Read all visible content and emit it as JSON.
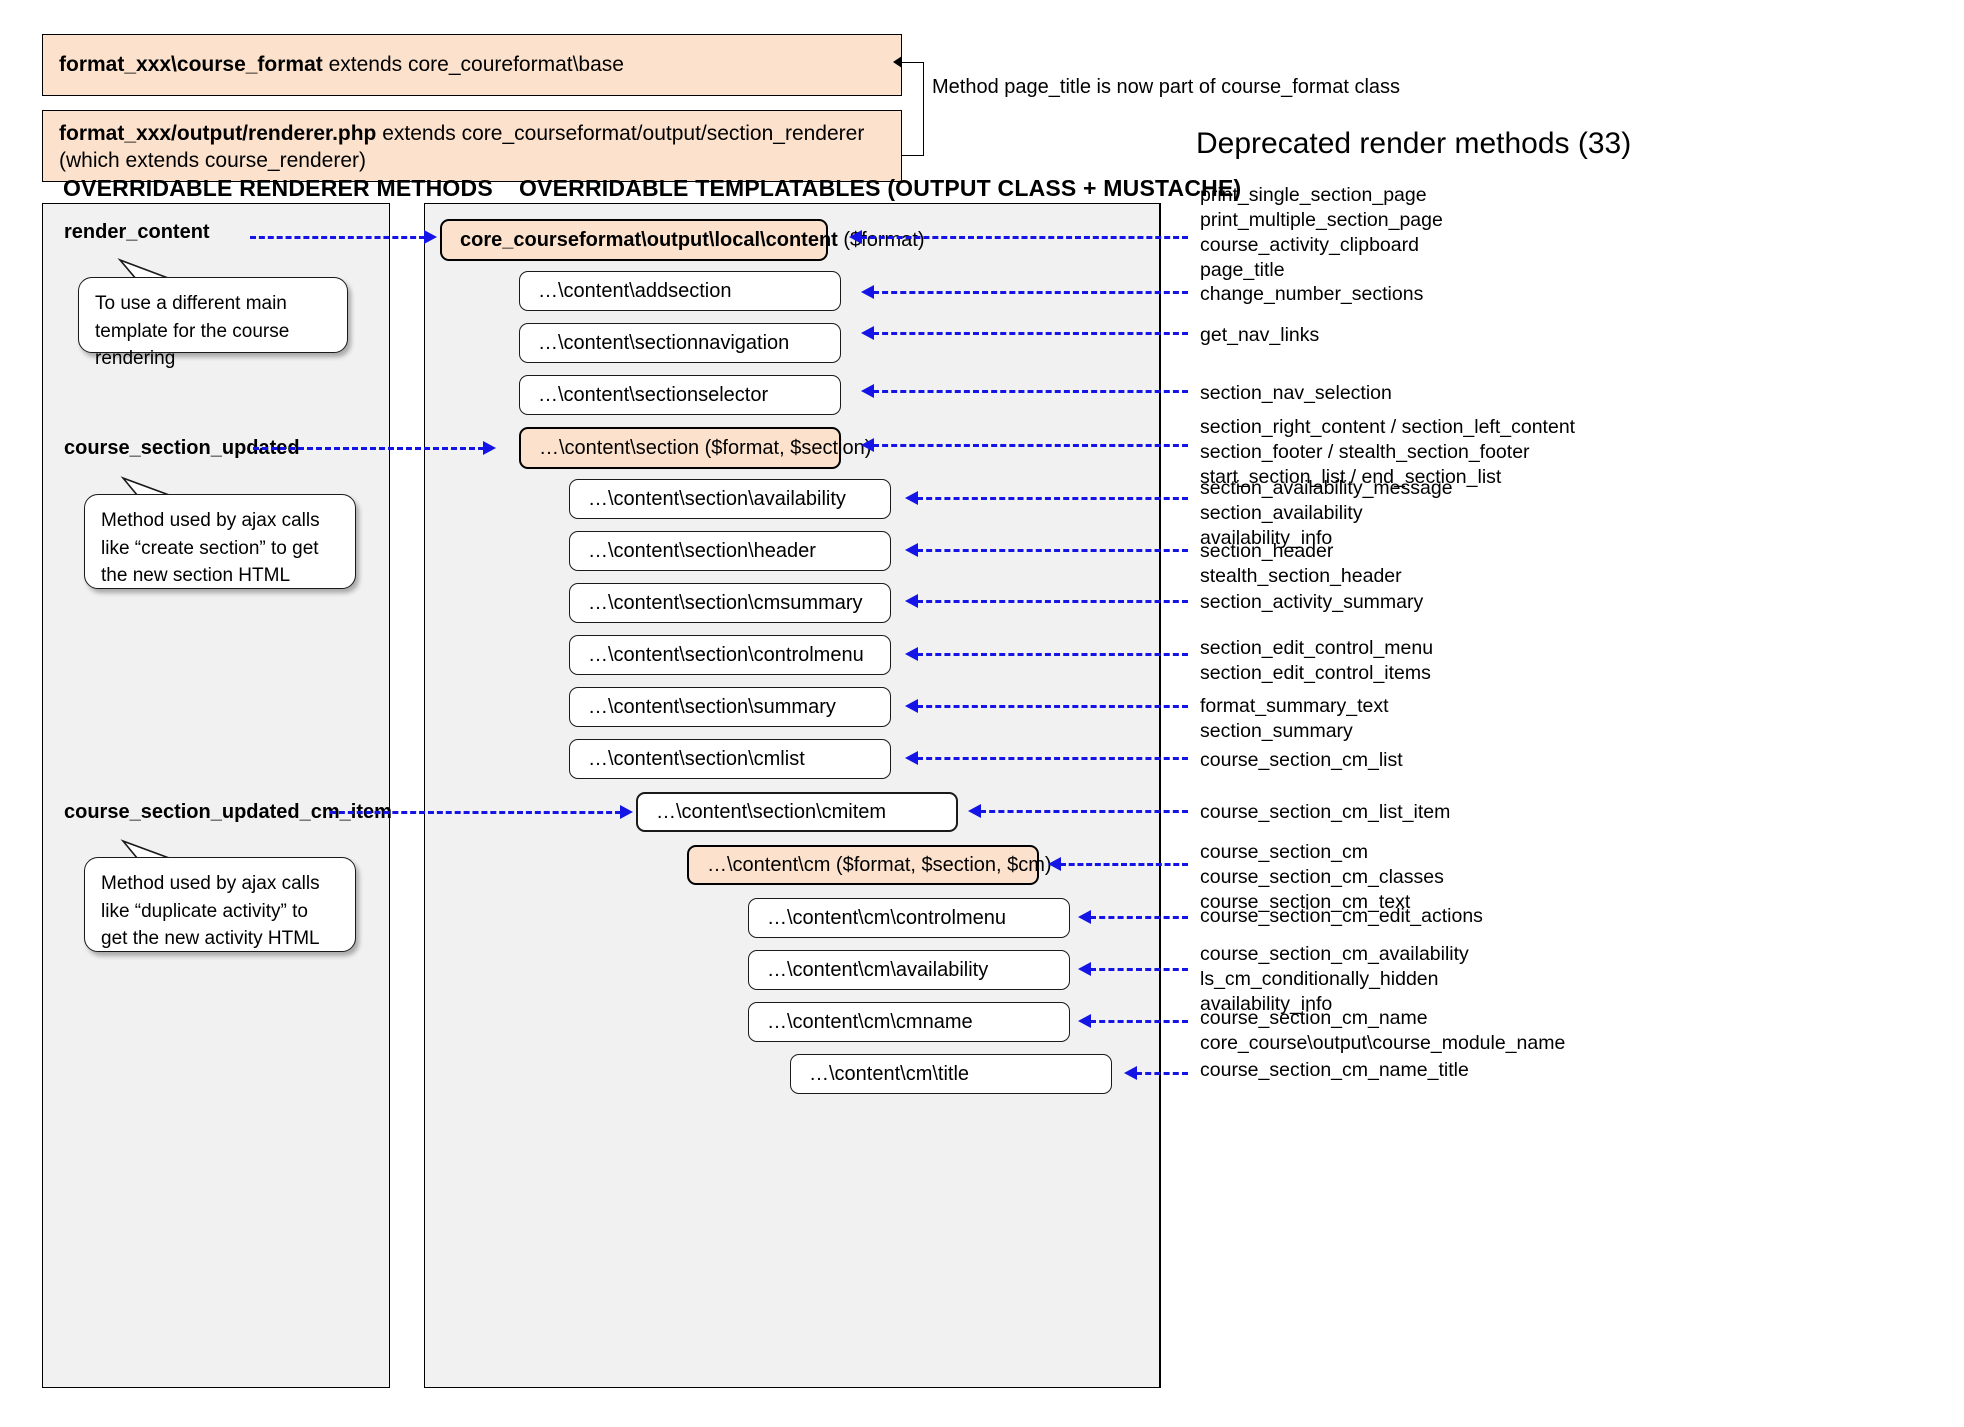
{
  "header": {
    "box1_bold": "format_xxx\\course_format",
    "box1_rest": " extends core_coureformat\\base",
    "box2_bold": "format_xxx/output/renderer.php",
    "box2_rest": " extends core_courseformat/output/section_renderer (which extends course_renderer)",
    "brace_note": "Method page_title is now part of course_format class"
  },
  "deprecated": {
    "title": "Deprecated render methods (33)",
    "groups": [
      {
        "lines": [
          "print_single_section_page",
          "print_multiple_section_page",
          "course_activity_clipboard",
          "page_title"
        ]
      },
      {
        "lines": [
          "change_number_sections"
        ]
      },
      {
        "lines": [
          "get_nav_links"
        ]
      },
      {
        "lines": [
          "section_nav_selection"
        ]
      },
      {
        "lines": [
          "section_right_content / section_left_content",
          "section_footer / stealth_section_footer",
          "start_section_list / end_section_list"
        ]
      },
      {
        "lines": [
          "section_availability_message",
          "section_availability",
          "availability_info"
        ]
      },
      {
        "lines": [
          "section_header",
          "stealth_section_header"
        ]
      },
      {
        "lines": [
          "section_activity_summary"
        ]
      },
      {
        "lines": [
          "section_edit_control_menu",
          "section_edit_control_items"
        ]
      },
      {
        "lines": [
          "format_summary_text",
          "section_summary"
        ]
      },
      {
        "lines": [
          "course_section_cm_list"
        ]
      },
      {
        "lines": [
          "course_section_cm_list_item"
        ]
      },
      {
        "lines": [
          "course_section_cm",
          "course_section_cm_classes",
          "course_section_cm_text"
        ]
      },
      {
        "lines": [
          "course_section_cm_edit_actions"
        ]
      },
      {
        "lines": [
          "course_section_cm_availability",
          "ls_cm_conditionally_hidden",
          "availability_info"
        ]
      },
      {
        "lines": [
          "course_section_cm_name",
          "core_course\\output\\course_module_name"
        ]
      },
      {
        "lines": [
          "course_section_cm_name_title"
        ]
      }
    ]
  },
  "left_panel": {
    "title": "OVERRIDABLE RENDERER METHODS",
    "methods": [
      {
        "label": "render_content"
      },
      {
        "label": "course_section_updated"
      },
      {
        "label": "course_section_updated_cm_item"
      }
    ],
    "callouts": [
      {
        "text": "To use a different main template for the course rendering"
      },
      {
        "text": "Method used by ajax calls like “create section” to get the new section HTML"
      },
      {
        "text": "Method used by ajax calls like “duplicate activity” to get the new activity HTML"
      }
    ]
  },
  "center_panel": {
    "title": "OVERRIDABLE TEMPLATABLES (OUTPUT CLASS + MUSTACHE)",
    "boxes": [
      {
        "bold": "core_courseformat\\output\\local\\content",
        "rest": " ($format)",
        "highlight": true
      },
      {
        "bold": "",
        "rest": "…\\content\\addsection",
        "highlight": false
      },
      {
        "bold": "",
        "rest": "…\\content\\sectionnavigation",
        "highlight": false
      },
      {
        "bold": "",
        "rest": "…\\content\\sectionselector",
        "highlight": false
      },
      {
        "bold": "",
        "rest": "…\\content\\section ($format, $section)",
        "highlight": true
      },
      {
        "bold": "",
        "rest": "…\\content\\section\\availability",
        "highlight": false
      },
      {
        "bold": "",
        "rest": "…\\content\\section\\header",
        "highlight": false
      },
      {
        "bold": "",
        "rest": "…\\content\\section\\cmsummary",
        "highlight": false
      },
      {
        "bold": "",
        "rest": "…\\content\\section\\controlmenu",
        "highlight": false
      },
      {
        "bold": "",
        "rest": "…\\content\\section\\summary",
        "highlight": false
      },
      {
        "bold": "",
        "rest": "…\\content\\section\\cmlist",
        "highlight": false
      },
      {
        "bold": "",
        "rest": "…\\content\\section\\cmitem",
        "highlight": false
      },
      {
        "bold": "",
        "rest": "…\\content\\cm ($format, $section, $cm)",
        "highlight": true
      },
      {
        "bold": "",
        "rest": "…\\content\\cm\\controlmenu",
        "highlight": false
      },
      {
        "bold": "",
        "rest": "…\\content\\cm\\availability",
        "highlight": false
      },
      {
        "bold": "",
        "rest": "…\\content\\cm\\cmname",
        "highlight": false
      },
      {
        "bold": "",
        "rest": "…\\content\\cm\\title",
        "highlight": false
      }
    ]
  },
  "colors": {
    "highlight_fill": "#fce2cd",
    "panel_fill": "#f1f1f1",
    "connector": "#1414e6"
  }
}
